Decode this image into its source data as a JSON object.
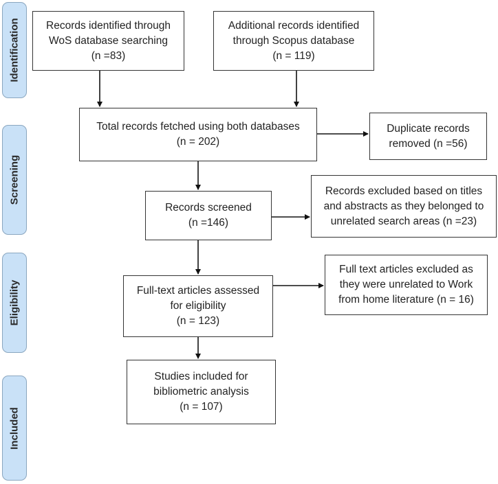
{
  "phases": {
    "identification": "Identification",
    "screening": "Screening",
    "eligibility": "Eligibility",
    "included": "Included"
  },
  "boxes": {
    "wos": {
      "line1": "Records identified through",
      "line2": "WoS database searching",
      "count": "(n =83)"
    },
    "scopus": {
      "line1": "Additional records identified",
      "line2": "through Scopus database",
      "count": "(n = 119)"
    },
    "total": {
      "line1": "Total records fetched using both databases",
      "count": "(n = 202)"
    },
    "duplicates": {
      "line1": "Duplicate records",
      "line2": "removed (n =56)"
    },
    "screened": {
      "line1": "Records screened",
      "count": "(n =146)"
    },
    "excluded_titles": {
      "line1": "Records excluded based on titles",
      "line2": "and abstracts as they belonged to",
      "line3": "unrelated search areas (n =23)"
    },
    "fulltext": {
      "line1": "Full-text articles assessed",
      "line2": "for eligibility",
      "count": "(n = 123)"
    },
    "excluded_fulltext": {
      "line1": "Full text articles excluded as",
      "line2": "they were unrelated to Work",
      "line3": "from home literature (n = 16)"
    },
    "included": {
      "line1": "Studies included for",
      "line2": "bibliometric analysis",
      "count": "(n = 107)"
    }
  }
}
